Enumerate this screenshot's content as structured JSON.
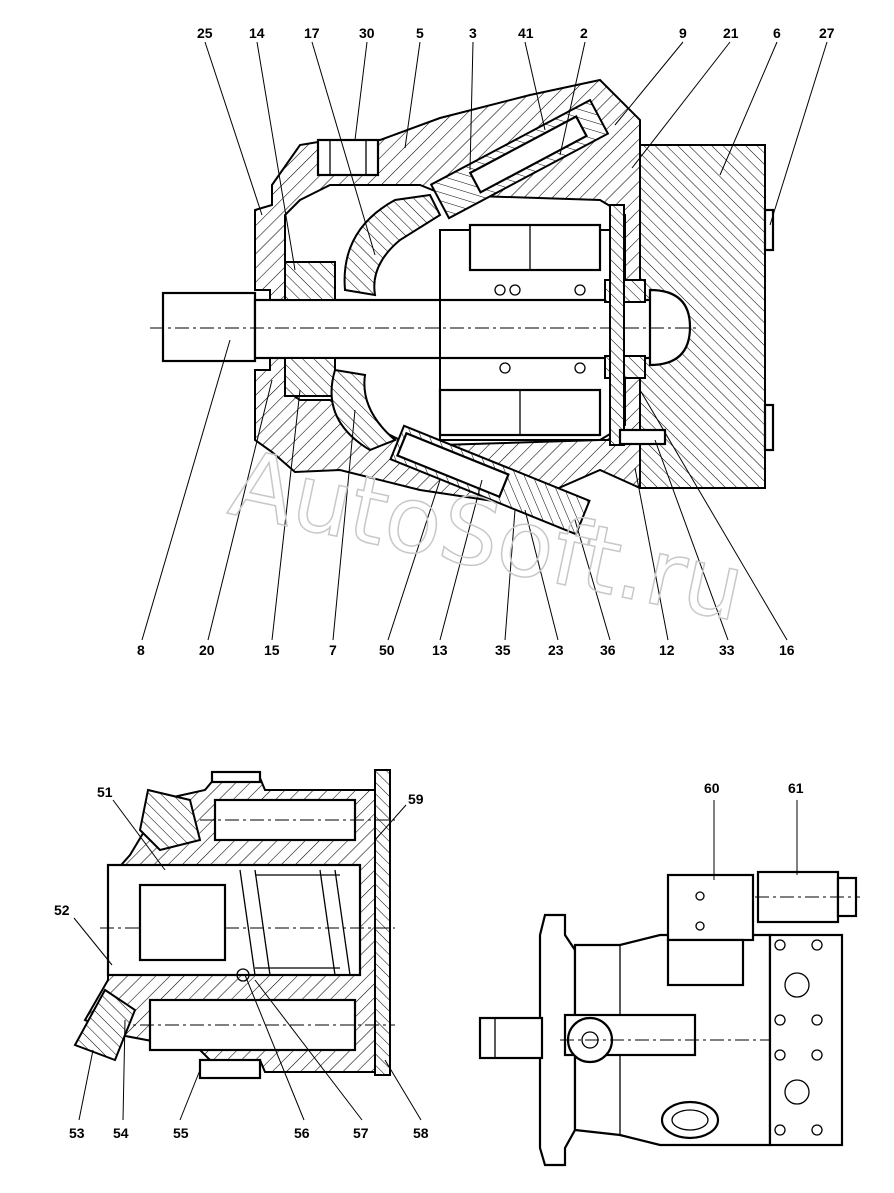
{
  "watermark": "AutoSoft.ru",
  "top_view": {
    "callouts_top": [
      "25",
      "14",
      "17",
      "30",
      "5",
      "3",
      "41",
      "2",
      "9",
      "21",
      "6",
      "27"
    ],
    "callouts_bottom": [
      "8",
      "20",
      "15",
      "7",
      "50",
      "13",
      "35",
      "23",
      "36",
      "12",
      "33",
      "16"
    ]
  },
  "bottom_left_view": {
    "callouts": [
      "51",
      "52",
      "59",
      "53",
      "54",
      "55",
      "56",
      "57",
      "58"
    ]
  },
  "bottom_right_view": {
    "callouts": [
      "60",
      "61"
    ]
  }
}
